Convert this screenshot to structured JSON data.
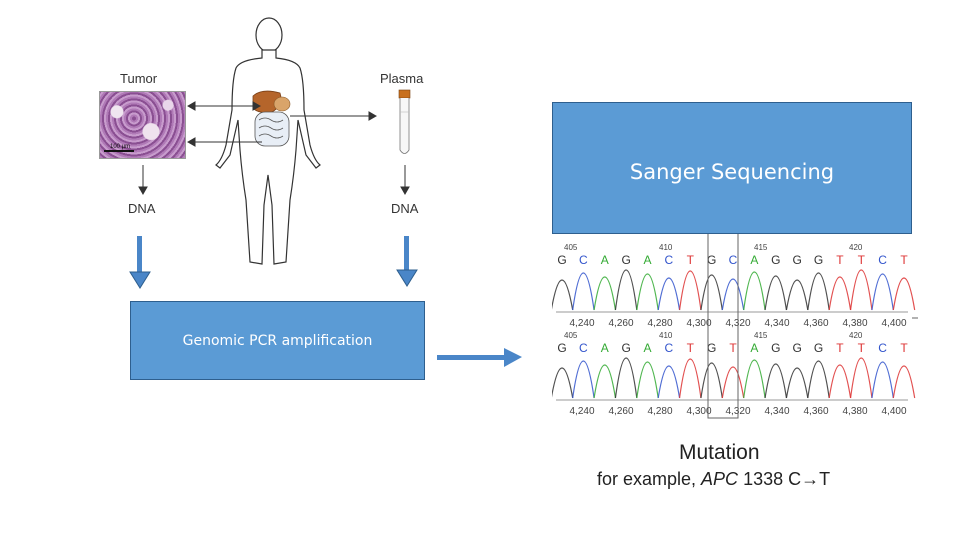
{
  "labels": {
    "tumor": "Tumor",
    "plasma": "Plasma",
    "dna_left": "DNA",
    "dna_right": "DNA",
    "scale_bar": "100 µm"
  },
  "boxes": {
    "sequencing": "Sanger Sequencing",
    "pcr": "Genomic PCR amplification"
  },
  "trace_top": {
    "positions": [
      "405",
      "410",
      "415",
      "420"
    ],
    "bases": [
      {
        "b": "G",
        "c": "#333333"
      },
      {
        "b": "C",
        "c": "#3355cc"
      },
      {
        "b": "A",
        "c": "#33aa33"
      },
      {
        "b": "G",
        "c": "#333333"
      },
      {
        "b": "A",
        "c": "#33aa33"
      },
      {
        "b": "C",
        "c": "#3355cc"
      },
      {
        "b": "T",
        "c": "#dd3333"
      },
      {
        "b": "G",
        "c": "#333333"
      },
      {
        "b": "C",
        "c": "#3355cc"
      },
      {
        "b": "A",
        "c": "#33aa33"
      },
      {
        "b": "G",
        "c": "#333333"
      },
      {
        "b": "G",
        "c": "#333333"
      },
      {
        "b": "G",
        "c": "#333333"
      },
      {
        "b": "T",
        "c": "#dd3333"
      },
      {
        "b": "T",
        "c": "#dd3333"
      },
      {
        "b": "C",
        "c": "#3355cc"
      },
      {
        "b": "T",
        "c": "#dd3333"
      }
    ],
    "axis": [
      "4,240",
      "4,260",
      "4,280",
      "4,300",
      "4,320",
      "4,340",
      "4,360",
      "4,380",
      "4,400"
    ]
  },
  "trace_bottom": {
    "positions": [
      "405",
      "410",
      "415",
      "420"
    ],
    "bases": [
      {
        "b": "G",
        "c": "#333333"
      },
      {
        "b": "C",
        "c": "#3355cc"
      },
      {
        "b": "A",
        "c": "#33aa33"
      },
      {
        "b": "G",
        "c": "#333333"
      },
      {
        "b": "A",
        "c": "#33aa33"
      },
      {
        "b": "C",
        "c": "#3355cc"
      },
      {
        "b": "T",
        "c": "#dd3333"
      },
      {
        "b": "G",
        "c": "#333333"
      },
      {
        "b": "T",
        "c": "#dd3333"
      },
      {
        "b": "A",
        "c": "#33aa33"
      },
      {
        "b": "G",
        "c": "#333333"
      },
      {
        "b": "G",
        "c": "#333333"
      },
      {
        "b": "G",
        "c": "#333333"
      },
      {
        "b": "T",
        "c": "#dd3333"
      },
      {
        "b": "T",
        "c": "#dd3333"
      },
      {
        "b": "C",
        "c": "#3355cc"
      },
      {
        "b": "T",
        "c": "#dd3333"
      }
    ],
    "axis": [
      "4,240",
      "4,260",
      "4,280",
      "4,300",
      "4,320",
      "4,340",
      "4,360",
      "4,380",
      "4,400"
    ]
  },
  "mutation": {
    "title": "Mutation",
    "prefix": "for example, ",
    "gene": "APC",
    "detail": " 1338 C→T"
  },
  "colors": {
    "box_fill": "#5b9bd5",
    "box_border": "#2e5f8e",
    "arrow_blue": "#4a86c8"
  }
}
